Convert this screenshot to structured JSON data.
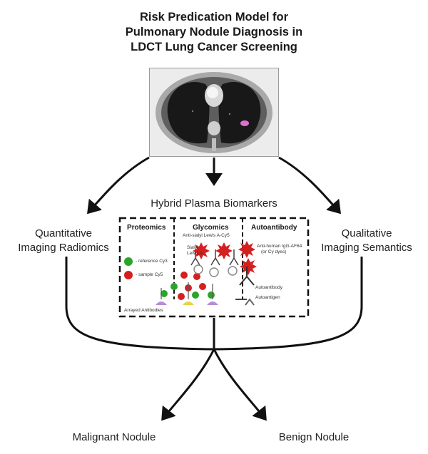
{
  "title": {
    "line1": "Risk Predication Model for",
    "line2": "Pulmonary Nodule Diagnosis in",
    "line3": "LDCT Lung Cancer Screening"
  },
  "center_label": "Hybrid Plasma Biomarkers",
  "left_label": {
    "line1": "Quantitative",
    "line2": "Imaging Radiomics"
  },
  "right_label": {
    "line1": "Qualitative",
    "line2": "Imaging Semantics"
  },
  "sections": {
    "proteomics": "Proteomics",
    "glycomics": "Glycomics",
    "autoantibody": "Autoantibody"
  },
  "annotations": {
    "reference": "- reference Cy3",
    "sample": "- sample Cy5",
    "arrayed": "Arrayed Antibodies",
    "anti_sialyl": "Anti-sialyl Lewis A-Cy5",
    "sialyl": "Sialyl",
    "lewis": "Lewis A",
    "anti_human": "Anti-human IgG-AF64",
    "cy_dyes": "(or Cy dyes)",
    "autoantibody_label": "Autoantibody",
    "autoantigen_label": "Autoantigen"
  },
  "outcomes": {
    "malignant": "Malignant Nodule",
    "benign": "Benign Nodule"
  },
  "colors": {
    "line": "#111111",
    "highlight": "#e070d0",
    "red": "#d42020",
    "green": "#2aa52a"
  }
}
